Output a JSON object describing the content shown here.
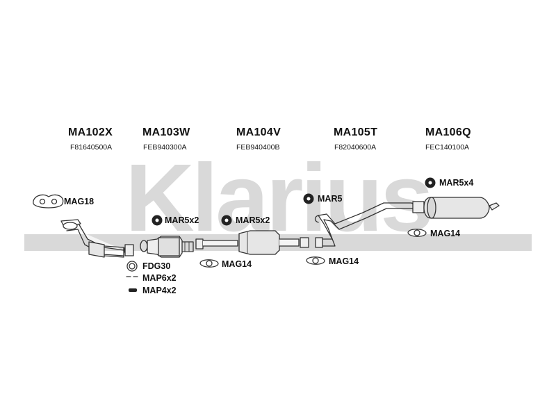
{
  "watermark": {
    "text": "Klarius",
    "color": "#d9d9d9"
  },
  "sections": [
    {
      "code": "MA102X",
      "ref": "F81640500A"
    },
    {
      "code": "MA103W",
      "ref": "FEB940300A"
    },
    {
      "code": "MA104V",
      "ref": "FEB940400B"
    },
    {
      "code": "MA105T",
      "ref": "F82040600A"
    },
    {
      "code": "MA106Q",
      "ref": "FEC140100A"
    }
  ],
  "parts": {
    "mag18": "MAG18",
    "mar5x2_a": "MAR5x2",
    "mar5x2_b": "MAR5x2",
    "mar5": "MAR5",
    "mar5x4": "MAR5x4",
    "mag14_a": "MAG14",
    "mag14_b": "MAG14",
    "mag14_c": "MAG14",
    "fdg30": "FDG30",
    "map6x2": "MAP6x2",
    "map4x2": "MAP4x2"
  },
  "colors": {
    "line": "#333333",
    "pipe_fill": "#f4f4f4",
    "body_fill": "#e6e6e6",
    "dark": "#222222"
  }
}
